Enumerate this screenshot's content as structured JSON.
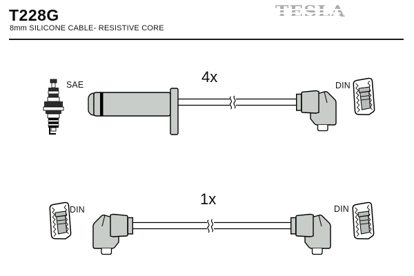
{
  "header": {
    "part_number": "T228G",
    "subtitle": "8mm SILICONE CABLE- RESISTIVE CORE",
    "brand": "TESLA"
  },
  "rows": [
    {
      "quantity": "4x",
      "left_icon": "spark-plug-icon",
      "left_label": "SAE",
      "left_boot": "straight-boot-icon",
      "right_boot": "elbow-boot-icon",
      "right_label": "DIN",
      "right_icon": "din-terminal-icon"
    },
    {
      "quantity": "1x",
      "left_icon": "din-terminal-icon",
      "left_label": "DIN",
      "left_boot": "elbow-boot-icon",
      "right_boot": "elbow-boot-icon",
      "right_label": "DIN",
      "right_icon": "din-terminal-icon"
    }
  ],
  "colors": {
    "boot_fill": "#c9cdc9",
    "terminal_fill": "#b9bdb9",
    "logo_gray": "#a9aeaa",
    "ink": "#000000",
    "background": "#ffffff"
  }
}
